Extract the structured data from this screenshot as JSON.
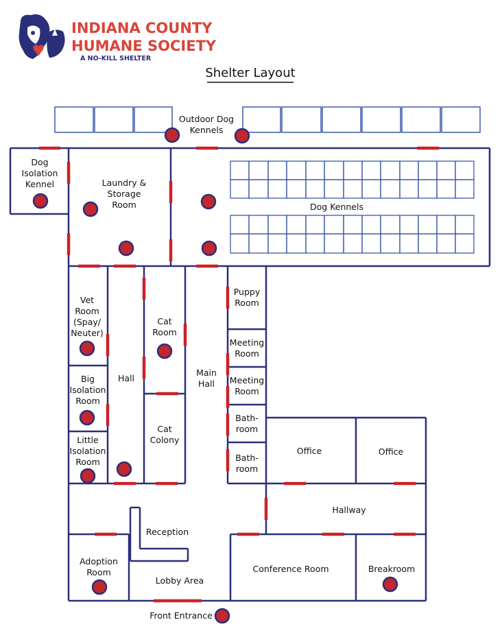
{
  "logo": {
    "line1": "INDIANA COUNTY",
    "line2": "HUMANE SOCIETY",
    "tagline": "A NO-KILL SHELTER"
  },
  "title": "Shelter Layout",
  "rooms": {
    "outdoor_kennels": [
      "Outdoor Dog",
      "Kennels"
    ],
    "dog_isolation": [
      "Dog",
      "Isolation",
      "Kennel"
    ],
    "laundry": [
      "Laundry &",
      "Storage",
      "Room"
    ],
    "dog_kennels": [
      "Dog Kennels"
    ],
    "vet_room": [
      "Vet",
      "Room",
      "(Spay/",
      "Neuter)"
    ],
    "big_isolation": [
      "Big",
      "Isolation",
      "Room"
    ],
    "little_isolation": [
      "Little",
      "Isolation",
      "Room"
    ],
    "hall": [
      "Hall"
    ],
    "cat_room": [
      "Cat",
      "Room"
    ],
    "cat_colony": [
      "Cat",
      "Colony"
    ],
    "main_hall": [
      "Main",
      "Hall"
    ],
    "puppy_room": [
      "Puppy",
      "Room"
    ],
    "meeting_room_1": [
      "Meeting",
      "Room"
    ],
    "meeting_room_2": [
      "Meeting",
      "Room"
    ],
    "bathroom_1": [
      "Bath-",
      "room"
    ],
    "bathroom_2": [
      "Bath-",
      "room"
    ],
    "office_1": [
      "Office"
    ],
    "office_2": [
      "Office"
    ],
    "hallway": [
      "Hallway"
    ],
    "reception": [
      "Reception"
    ],
    "adoption_room": [
      "Adoption",
      "Room"
    ],
    "lobby_area": [
      "Lobby Area"
    ],
    "conference_room": [
      "Conference Room"
    ],
    "breakroom": [
      "Breakroom"
    ],
    "front_entrance": [
      "Front Entrance"
    ]
  },
  "colors": {
    "wall": "#2b2f7a",
    "kennel": "#3a5aa8",
    "door": "#cc2229",
    "marker_fill": "#c1272d",
    "marker_stroke": "#2b2f7a",
    "logo_red": "#d9443a",
    "logo_navy": "#2b2f7a"
  }
}
